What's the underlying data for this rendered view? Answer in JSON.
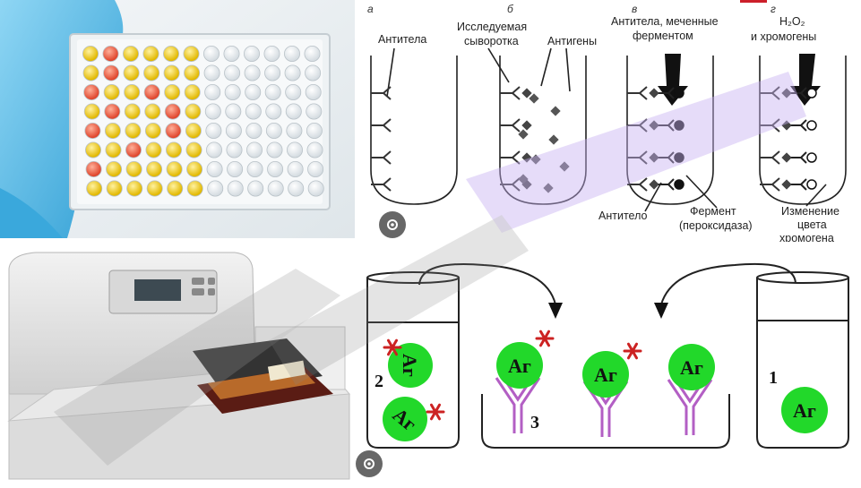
{
  "diagram_top": {
    "panel_letters": [
      "а",
      "б",
      "в",
      "г"
    ],
    "labels": {
      "antibodies": "Антитела",
      "serum_line1": "Исследуемая",
      "serum_line2": "сыворотка",
      "antigens": "Антигены",
      "labeled_line1": "Антитела, меченные",
      "labeled_line2": "ферментом",
      "h2o2": "H₂O₂",
      "chromogens": "и хромогены",
      "antibody": "Антитело",
      "enzyme_line1": "Фермент",
      "enzyme_line2": "(пероксидаза)",
      "change_line1": "Изменение",
      "change_line2": "цвета",
      "change_line3": "хромогена"
    }
  },
  "diagram_bottom": {
    "antigen_label": "Аг",
    "numbers": [
      "1",
      "2",
      "3"
    ]
  },
  "colors": {
    "plate_yellow": "#e8c20a",
    "plate_red": "#e2553e",
    "glove_blue": "#4fb8e6",
    "antigen_green": "#22d82a",
    "antibody_purple": "#b35fc4",
    "enzyme_red": "#cc2222",
    "watermark_purple": "#c8b0f2"
  },
  "icons": [
    "lens-icon",
    "lens-icon"
  ]
}
